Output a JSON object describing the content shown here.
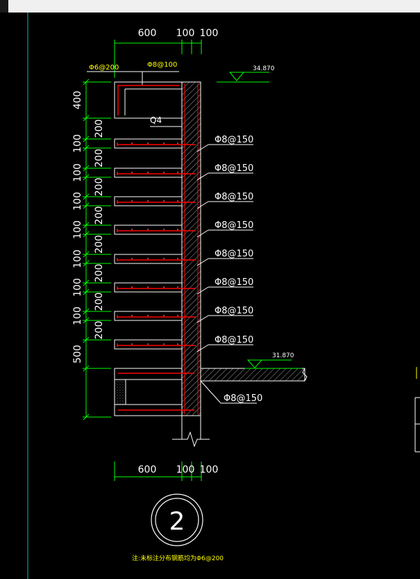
{
  "top_dims": [
    "600",
    "100",
    "100"
  ],
  "bottom_dims": [
    "600",
    "100",
    "100"
  ],
  "left_dims": [
    "400",
    "200",
    "100",
    "200",
    "100",
    "200",
    "100",
    "200",
    "100",
    "200",
    "100",
    "200",
    "100",
    "200",
    "100",
    "200",
    "500"
  ],
  "top_rebar_left": "Φ6@200",
  "top_rebar_right": "Φ8@100",
  "wall_label": "Q4",
  "elev_top": "34.870",
  "elev_slab": "31.870",
  "bar_labels": [
    "Φ8@150",
    "Φ8@150",
    "Φ8@150",
    "Φ8@150",
    "Φ8@150",
    "Φ8@150",
    "Φ8@150",
    "Φ8@150"
  ],
  "bottom_bar_label": "Φ8@150",
  "detail_number": "2",
  "note": "注:未标注分布钢筋均为Φ6@200",
  "colors": {
    "background": "#000000",
    "dim_line": "#00ff00",
    "text": "#ffffff",
    "yellow_text": "#ffff00",
    "rebar": "#ff0000",
    "outline": "#ffffff",
    "cyan_line": "#00c0c0"
  }
}
